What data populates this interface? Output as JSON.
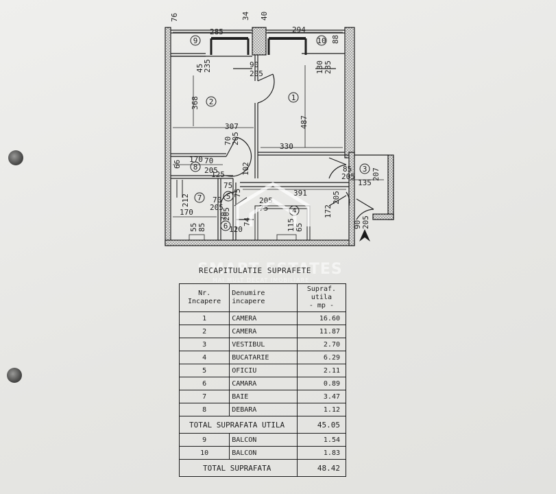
{
  "plan": {
    "dimensions": [
      "76",
      "34",
      "40",
      "285",
      "294",
      "88",
      "45",
      "235",
      "90",
      "205",
      "130",
      "235",
      "368",
      "487",
      "307",
      "70",
      "205",
      "330",
      "66",
      "170",
      "70",
      "205",
      "125",
      "102",
      "85",
      "205",
      "135",
      "207",
      "75",
      "391",
      "212",
      "70",
      "205",
      "75",
      "205",
      "75",
      "205",
      "172",
      "170",
      "205",
      "70",
      "74",
      "120",
      "55",
      "85",
      "115",
      "65",
      "90",
      "205"
    ],
    "rooms": [
      "1",
      "2",
      "3",
      "4",
      "5",
      "6",
      "7",
      "8",
      "9",
      "10"
    ]
  },
  "watermark": {
    "brand": "SMART ESTATES",
    "tagline": "MAI MULT DECAT IMOBILIARE"
  },
  "recap": {
    "title": "RECAPITULATIE SUPRAFETE",
    "headers": {
      "nr": "Nr.\nIncapere",
      "name": "Denumire\nincapere",
      "area": "Supraf.\nutila\n- mp -"
    },
    "rooms": [
      {
        "nr": "1",
        "name": "CAMERA",
        "area": "16.60"
      },
      {
        "nr": "2",
        "name": "CAMERA",
        "area": "11.87"
      },
      {
        "nr": "3",
        "name": "VESTIBUL",
        "area": "2.70"
      },
      {
        "nr": "4",
        "name": "BUCATARIE",
        "area": "6.29"
      },
      {
        "nr": "5",
        "name": "OFICIU",
        "area": "2.11"
      },
      {
        "nr": "6",
        "name": "CAMARA",
        "area": "0.89"
      },
      {
        "nr": "7",
        "name": "BAIE",
        "area": "3.47"
      },
      {
        "nr": "8",
        "name": "DEBARA",
        "area": "1.12"
      }
    ],
    "total_util": {
      "label": "TOTAL SUPRAFATA UTILA",
      "value": "45.05"
    },
    "balconies": [
      {
        "nr": "9",
        "name": "BALCON",
        "area": "1.54"
      },
      {
        "nr": "10",
        "name": "BALCON",
        "area": "1.83"
      }
    ],
    "total": {
      "label": "TOTAL SUPRAFATA",
      "value": "48.42"
    }
  }
}
